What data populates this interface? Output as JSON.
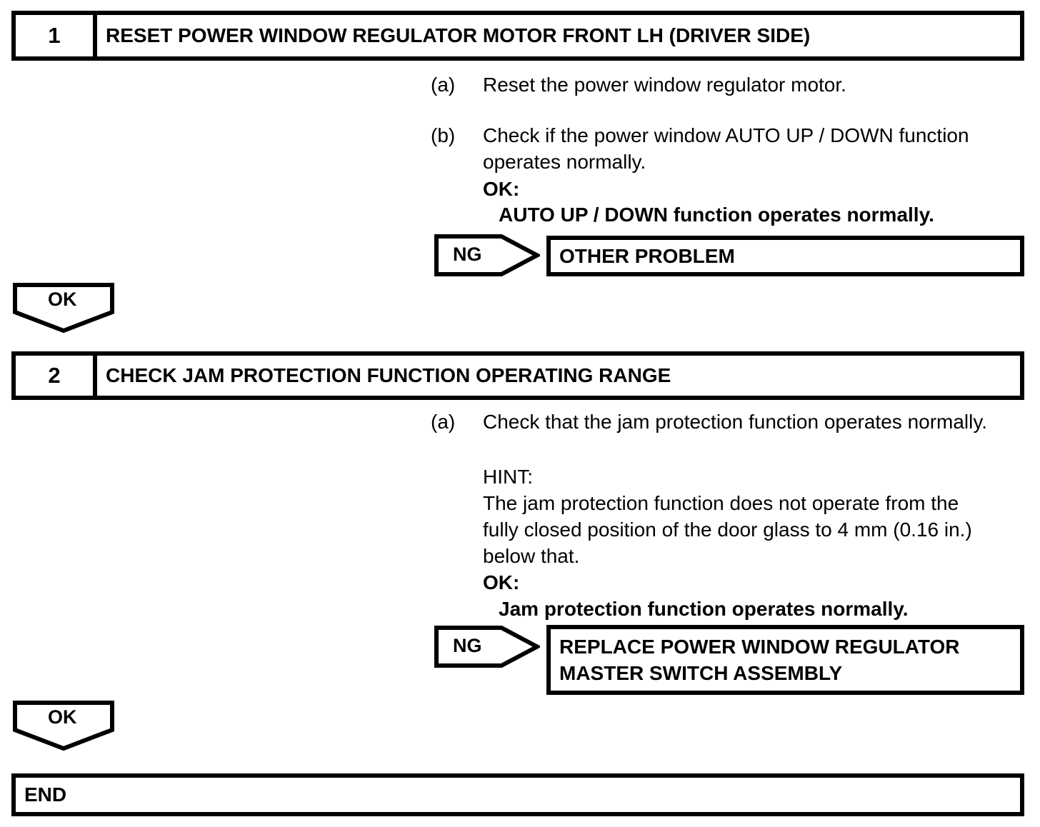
{
  "colors": {
    "ink": "#000000",
    "paper": "#ffffff"
  },
  "steps": [
    {
      "number": "1",
      "title": "RESET POWER WINDOW REGULATOR MOTOR FRONT LH (DRIVER SIDE)",
      "item_a": {
        "label": "(a)",
        "line1": "Reset the power window regulator motor."
      },
      "item_b": {
        "label": "(b)",
        "line1": "Check if the power window AUTO UP / DOWN function",
        "line2": "operates normally."
      },
      "ok_heading": "OK:",
      "ok_condition": "AUTO UP / DOWN function operates normally.",
      "ng_label": "NG",
      "ng_result_line1": "OTHER PROBLEM",
      "ok_arrow_label": "OK"
    },
    {
      "number": "2",
      "title": "CHECK JAM PROTECTION FUNCTION OPERATING RANGE",
      "item_a": {
        "label": "(a)",
        "line1": "Check that the jam protection function operates normally."
      },
      "hint_heading": "HINT:",
      "hint_line1": "The jam protection function does not operate from the",
      "hint_line2": "fully closed position of the door glass to 4 mm (0.16 in.)",
      "hint_line3": "below that.",
      "ok_heading": "OK:",
      "ok_condition": "Jam protection function operates normally.",
      "ng_label": "NG",
      "ng_result_line1": "REPLACE POWER WINDOW REGULATOR",
      "ng_result_line2": "MASTER SWITCH ASSEMBLY",
      "ok_arrow_label": "OK"
    }
  ],
  "end_label": "END"
}
